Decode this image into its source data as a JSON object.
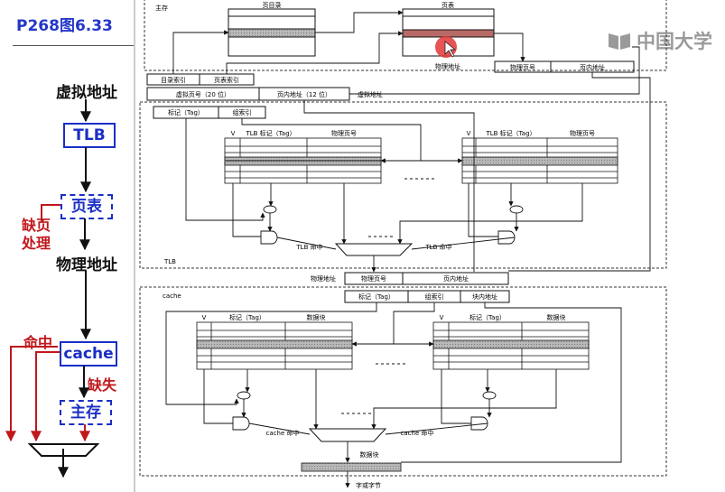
{
  "page": {
    "title": "P268图6.33",
    "watermark": "中国大学"
  },
  "flow": {
    "virtual_address": "虚拟地址",
    "tlb": "TLB",
    "page_table": "页表",
    "page_fault": "缺页处理",
    "physical_address": "物理地址",
    "hit": "命中",
    "cache": "cache",
    "miss": "缺失",
    "main_memory": "主存"
  },
  "diagram": {
    "main_memory": "主存",
    "page_directory": "页目录",
    "page_table": "页表",
    "phys_addr": "物理地址",
    "phys_page_no": "物理页号",
    "page_offset": "页内地址",
    "dir_index": "目录索引",
    "pt_index": "页表索引",
    "vpn": "虚拟页号（20 位）",
    "page_offset_12": "页内地址（12 位）",
    "virtual_address": "虚拟地址",
    "tlb_tag": "标记（Tag）",
    "group_index": "组索引",
    "v": "V",
    "tlb_tag_col": "TLB 标记（Tag）",
    "phys_page_col": "物理页号",
    "tlb_hit": "TLB 命中",
    "tlb": "TLB",
    "phys_page_no2": "物理页号",
    "page_offset2": "页内地址",
    "cache": "cache",
    "tag": "标记（Tag）",
    "group_index2": "组索引",
    "block_offset": "块内地址",
    "cache_tag_col": "标记（Tag）",
    "data_block_col": "数据块",
    "cache_hit": "cache 命中",
    "data_block": "数据块",
    "word_byte": "字或字节"
  }
}
